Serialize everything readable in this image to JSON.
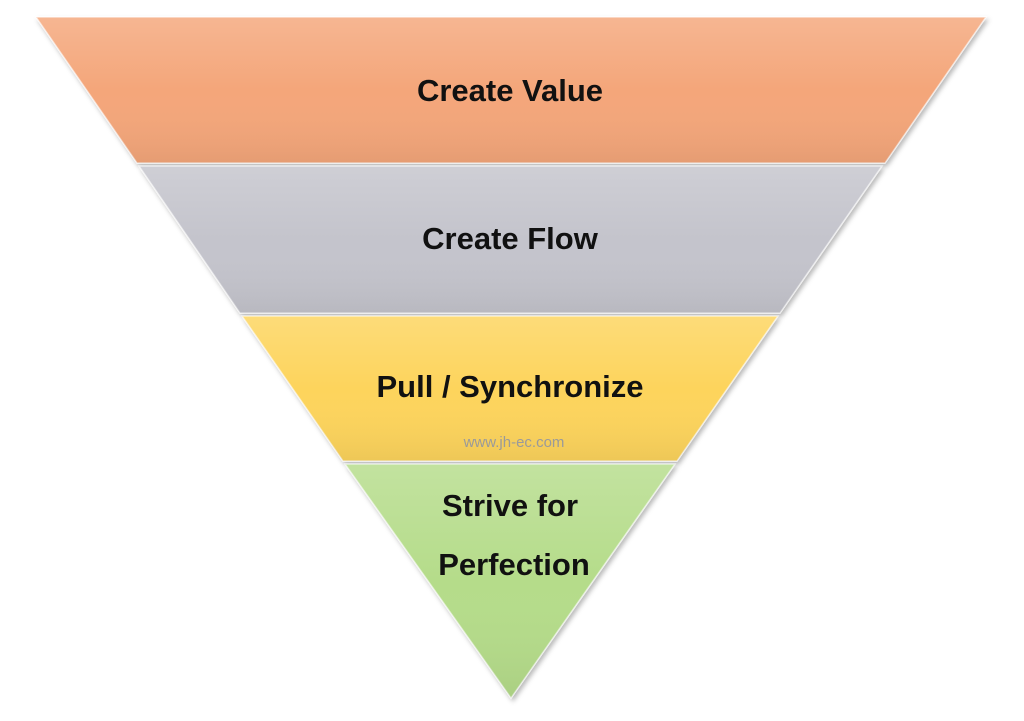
{
  "pyramid": {
    "levels": [
      {
        "label": "Create Value",
        "color": "#f4a67a"
      },
      {
        "label": "Create Flow",
        "color": "#c4c4cc"
      },
      {
        "label": "Pull / Synchronize",
        "color": "#fdd45c"
      },
      {
        "label_line1": "Strive for",
        "label_line2": "Perfection",
        "color": "#b5dc8a"
      }
    ]
  },
  "watermark": "www.jh-ec.com"
}
